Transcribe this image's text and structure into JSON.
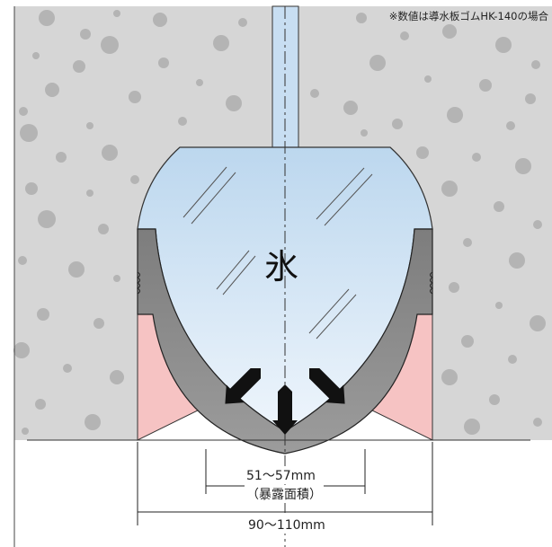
{
  "note": "※数値は導水板ゴムHK-140の場合",
  "ice_label": "氷",
  "dimensions": {
    "exposed_width": "51～57mm",
    "exposed_area": "（暴露面積）",
    "total_width": "90～110mm"
  },
  "colors": {
    "concrete": "#d6d6d6",
    "aggregate": "#b4b4b4",
    "water_ice": "#cde2f3",
    "rubber": "#8f8f8f",
    "sealant": "#f6c3c3",
    "arrow": "#111111"
  }
}
